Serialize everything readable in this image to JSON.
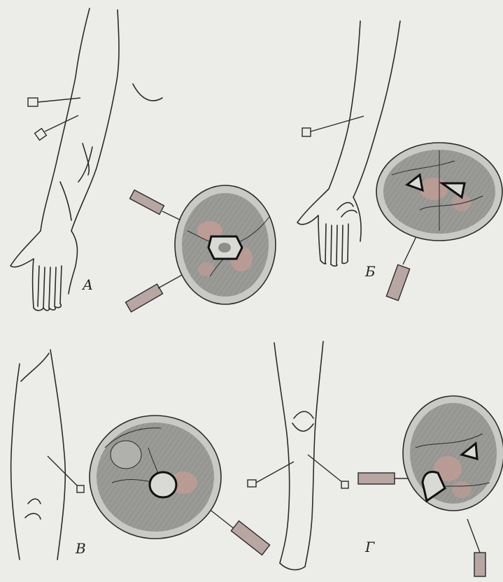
{
  "panels": [
    {
      "id": "a",
      "label": "А"
    },
    {
      "id": "b",
      "label": "Б"
    },
    {
      "id": "c",
      "label": "В"
    },
    {
      "id": "d",
      "label": "Г"
    }
  ],
  "colors": {
    "background": "#ecece9",
    "line": "#2b2b2b",
    "skin_ring": "#c9c9c6",
    "section_fill": "#9a9a96",
    "muscle_tint": "#c79c96",
    "bone_fill": "#d9d9d6"
  }
}
